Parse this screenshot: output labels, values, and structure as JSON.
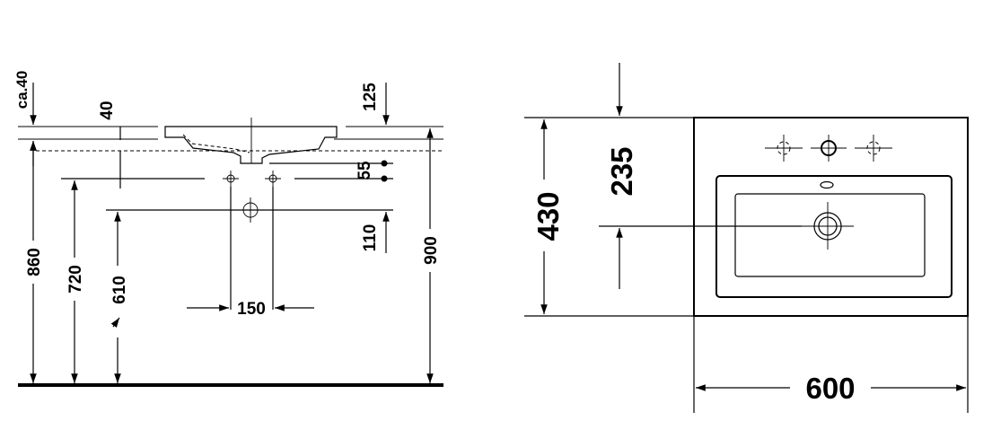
{
  "side_view": {
    "labels": {
      "ca40": "ca.40",
      "d40": "40",
      "d125": "125",
      "d55": "55",
      "d110": "110",
      "d860": "860",
      "d720": "720",
      "d610": "610",
      "d150": "150",
      "d900": "900"
    }
  },
  "top_view": {
    "labels": {
      "d430": "430",
      "d235": "235",
      "d600": "600"
    }
  }
}
